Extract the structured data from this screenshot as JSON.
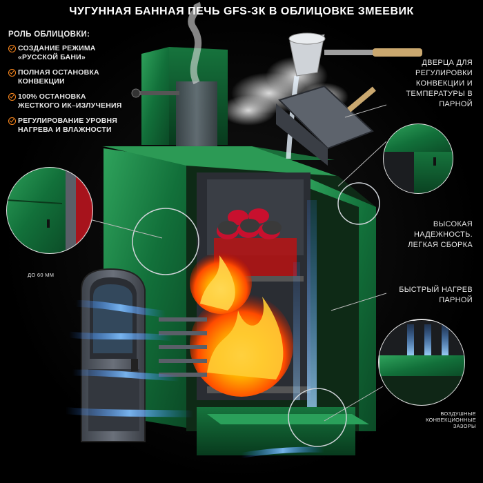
{
  "title": "ЧУГУННАЯ БАННАЯ ПЕЧЬ GFS-ЗК В ОБЛИЦОВКЕ ЗМЕЕВИК",
  "roles_heading": "РОЛЬ ОБЛИЦОВКИ:",
  "roles": [
    "СОЗДАНИЕ РЕЖИМА «РУССКОЙ БАНИ»",
    "ПОЛНАЯ ОСТАНОВКА КОНВЕКЦИИ",
    "100% ОСТАНОВКА ЖЕСТКОГО ИК–ИЗЛУЧЕНИЯ",
    "РЕГУЛИРОВАНИЕ УРОВНЯ НАГРЕВА И ВЛАЖНОСТИ"
  ],
  "callouts": {
    "door": "ДВЕРЦА ДЛЯ РЕГУЛИРОВКИ КОНВЕКЦИИ И ТЕМПЕРАТУРЫ В ПАРНОЙ",
    "reliability": "ВЫСОКАЯ НАДЕЖНОСТЬ. ЛЕГКАЯ СБОРКА",
    "heating": "БЫСТРЫЙ НАГРЕВ ПАРНОЙ",
    "gaps": "ВОЗДУШНЫЕ КОНВЕКЦИОННЫЕ ЗАЗОРЫ",
    "thickness": "ДО 60 ММ"
  },
  "colors": {
    "accent": "#ff8a1e",
    "stone": "#1f8a4a",
    "stone_dark": "#0c4a25",
    "iron": "#4a4f57",
    "fire": "#ff5a00"
  }
}
